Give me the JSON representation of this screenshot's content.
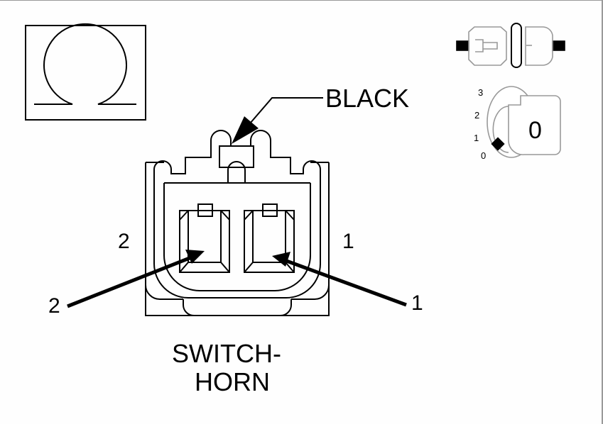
{
  "ohm_symbol": {
    "icon": "ohm-meter-icon",
    "symbol": "Ω"
  },
  "connector_label": "BLACK",
  "cavity_labels": {
    "left": "2",
    "right": "1"
  },
  "pointer_labels": {
    "left": "2",
    "right": "1"
  },
  "component_name": {
    "line1": "SWITCH-",
    "line2": "HORN"
  },
  "ignition_key": {
    "positions": [
      "3",
      "2",
      "1",
      "0"
    ],
    "key_face": "0"
  },
  "colors": {
    "line": "#000000",
    "gray": "#999999",
    "frame": "#999999"
  }
}
